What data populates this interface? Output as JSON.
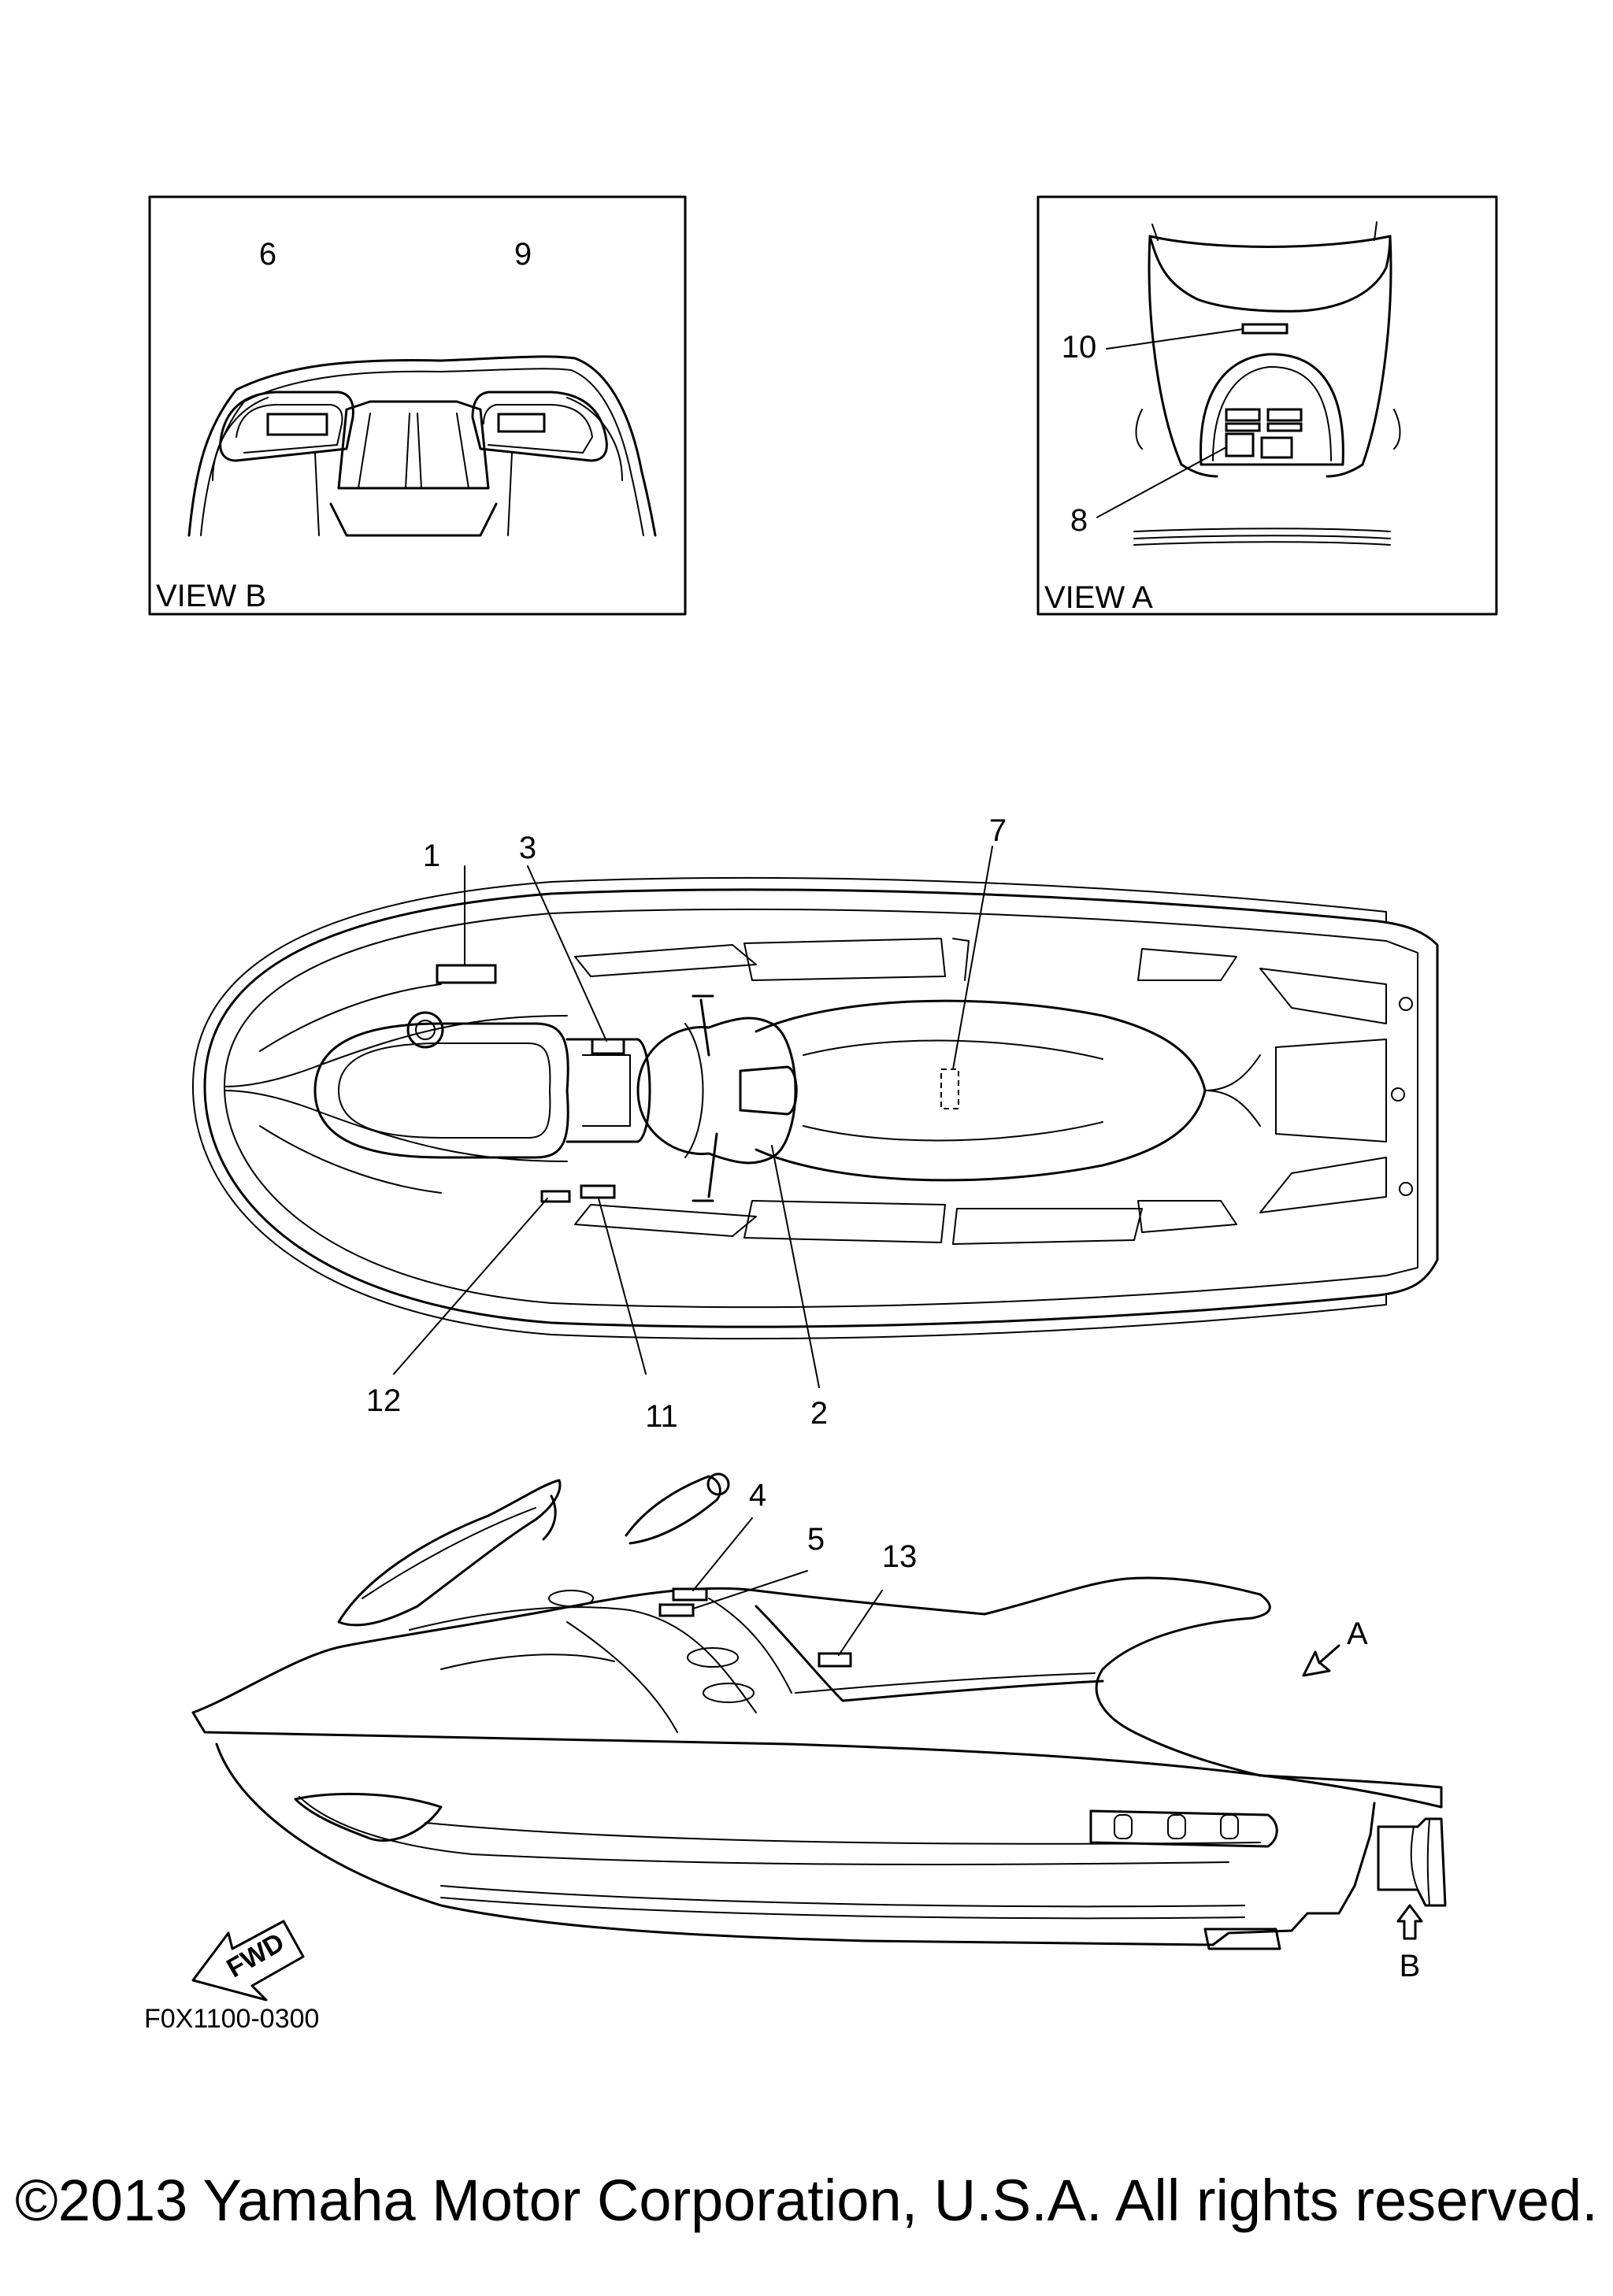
{
  "views": {
    "view_b": {
      "label": "VIEW B"
    },
    "view_a": {
      "label": "VIEW A"
    }
  },
  "callouts": [
    {
      "id": "1",
      "text": "1"
    },
    {
      "id": "2",
      "text": "2"
    },
    {
      "id": "3",
      "text": "3"
    },
    {
      "id": "4",
      "text": "4"
    },
    {
      "id": "5",
      "text": "5"
    },
    {
      "id": "6",
      "text": "6"
    },
    {
      "id": "7",
      "text": "7"
    },
    {
      "id": "8",
      "text": "8"
    },
    {
      "id": "9",
      "text": "9"
    },
    {
      "id": "10",
      "text": "10"
    },
    {
      "id": "11",
      "text": "11"
    },
    {
      "id": "12",
      "text": "12"
    },
    {
      "id": "13",
      "text": "13"
    }
  ],
  "direction_markers": {
    "a": "A",
    "b": "B",
    "fwd": "FWD"
  },
  "figure_code": "F0X1100-0300",
  "copyright": "©2013 Yamaha Motor Corporation, U.S.A. All rights reserved."
}
